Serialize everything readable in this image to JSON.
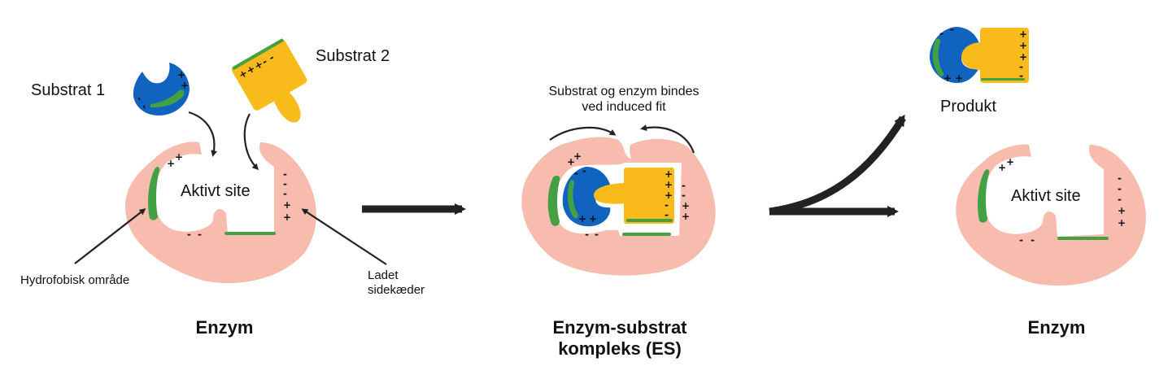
{
  "labels": {
    "substrate1": "Substrat 1",
    "substrate2": "Substrat 2",
    "active_site": "Aktivt site",
    "hydrophobic": "Hydrofobisk område",
    "charged_line1": "Ladet",
    "charged_line2": "sidekæder",
    "enzyme_title": "Enzym",
    "induced_fit_line1": "Substrat og enzym bindes",
    "induced_fit_line2": "ved induced fit",
    "complex_title_line1": "Enzym-substrat",
    "complex_title_line2": "kompleks (ES)",
    "product": "Produkt",
    "active_site_right": "Aktivt site",
    "enzyme_title_right": "Enzym"
  },
  "charges": {
    "plus": "+",
    "minus": "-"
  },
  "colors": {
    "enzyme": "#f7bcae",
    "hydrophobic": "#43a143",
    "substrate1": "#1063bf",
    "substrate2": "#f9bb1c",
    "arrow": "#222222"
  }
}
